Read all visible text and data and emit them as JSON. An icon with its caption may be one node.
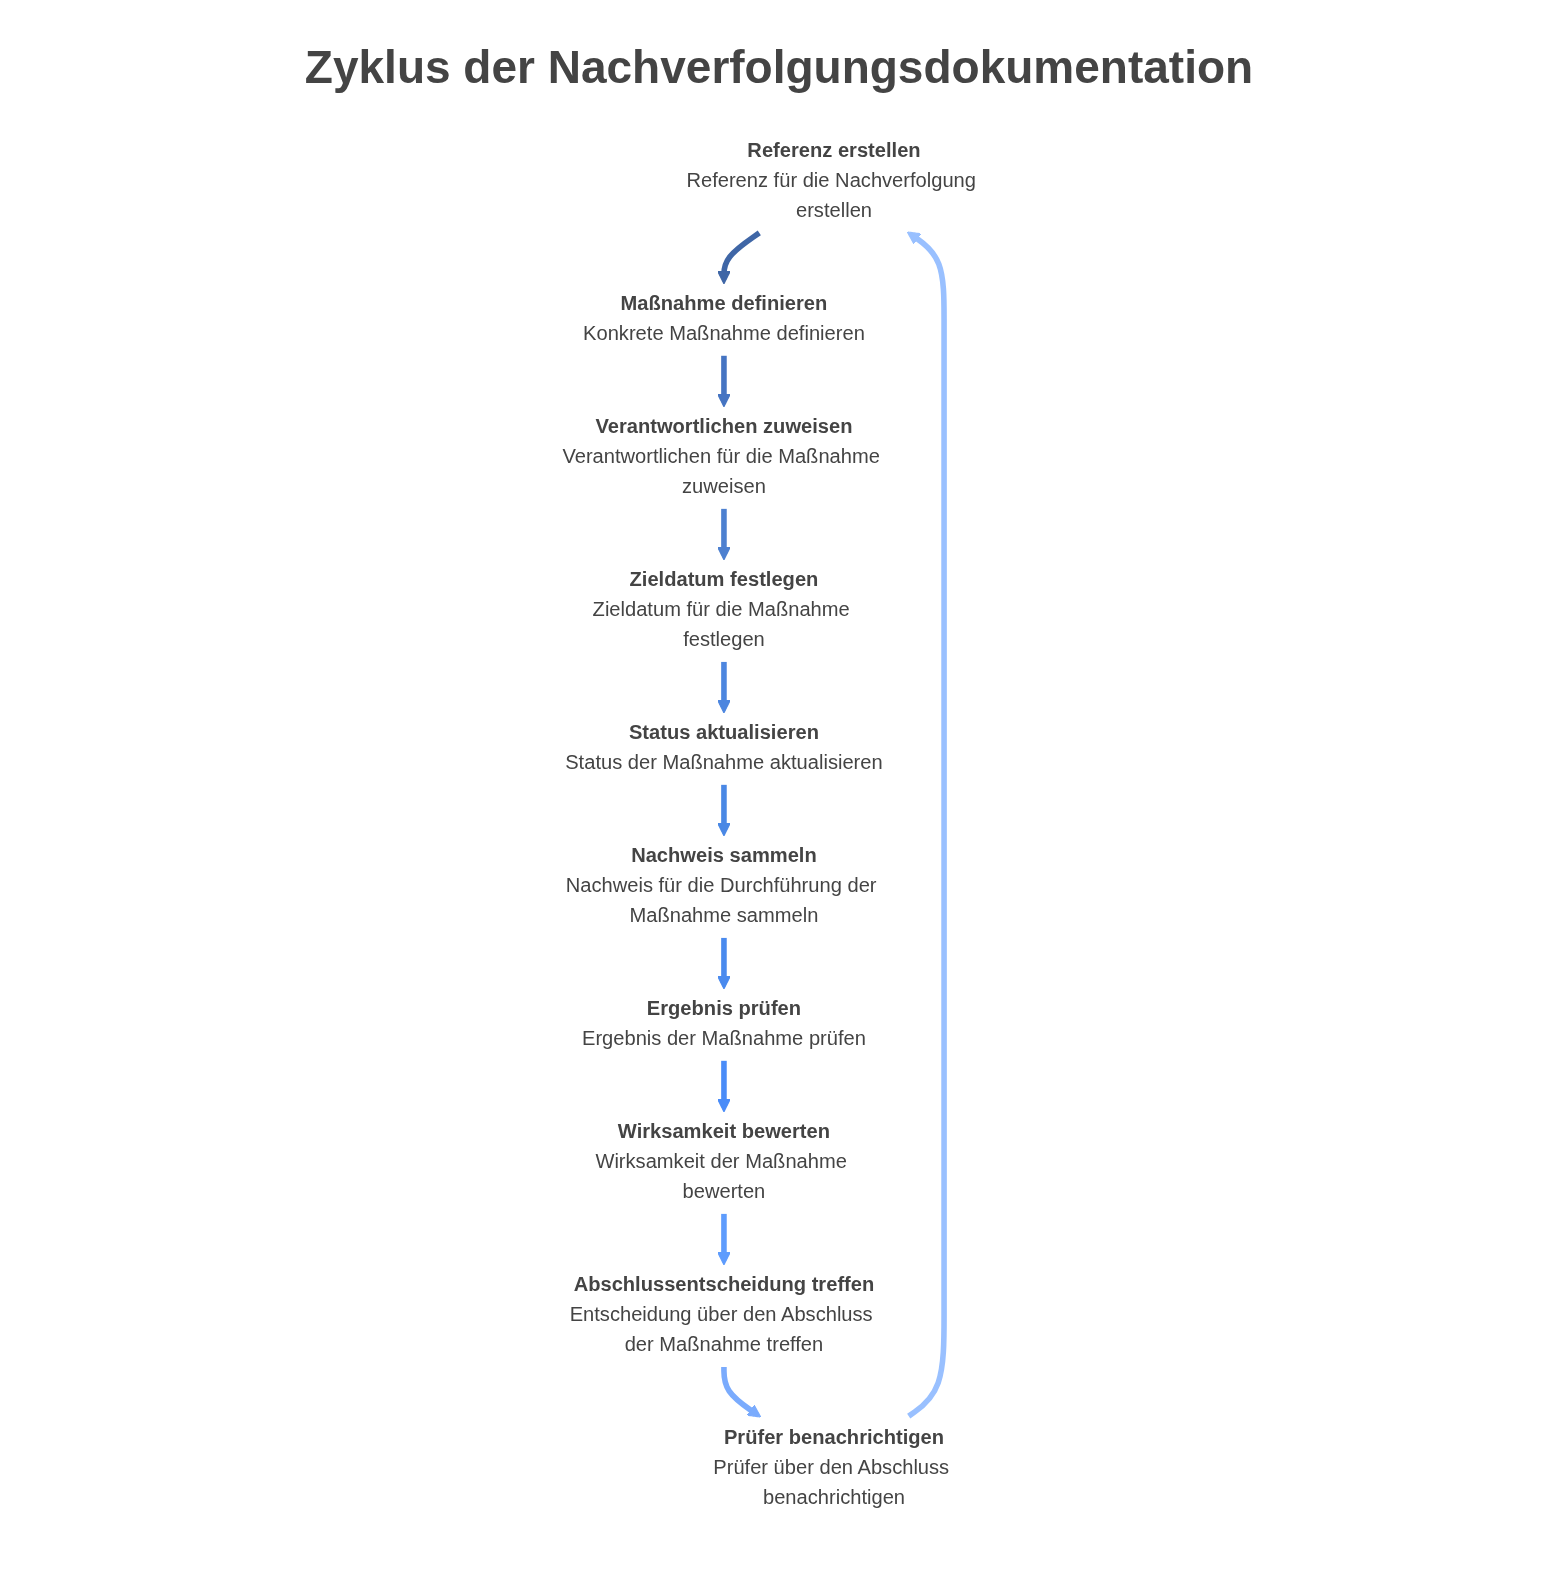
{
  "diagram": {
    "title": "Zyklus der Nachverfolgungsdokumentation",
    "nodes": [
      {
        "text": [
          "Referenz erstellen",
          "Referenz für die Nachverfolgung erstellen"
        ]
      },
      {
        "text": [
          "Maßnahme definieren",
          "Konkrete Maßnahme definieren"
        ]
      },
      {
        "text": [
          "Verantwortlichen zuweisen",
          "Verantwortlichen für die Maßnahme zuweisen"
        ]
      },
      {
        "text": [
          "Zieldatum festlegen",
          "Zieldatum für die Maßnahme festlegen"
        ]
      },
      {
        "text": [
          "Status aktualisieren",
          "Status der Maßnahme aktualisieren"
        ]
      },
      {
        "text": [
          "Nachweis sammeln",
          "Nachweis für die Durchführung der Maßnahme sammeln"
        ]
      },
      {
        "text": [
          "Ergebnis prüfen",
          "Ergebnis der Maßnahme prüfen"
        ]
      },
      {
        "text": [
          "Wirksamkeit bewerten",
          "Wirksamkeit der Maßnahme bewerten"
        ]
      },
      {
        "text": [
          "Abschlussentscheidung treffen",
          "Entscheidung über den Abschluss der Maßnahme treffen"
        ]
      },
      {
        "text": [
          "Prüfer benachrichtigen",
          "Prüfer über den Abschluss benachrichtigen"
        ]
      }
    ],
    "edges": [
      {
        "from": 0,
        "to": 1,
        "arrow": "to",
        "color": "#3f66a6"
      },
      {
        "from": 1,
        "to": 2,
        "arrow": "to",
        "color": "#4574c2"
      },
      {
        "from": 2,
        "to": 3,
        "arrow": "to",
        "color": "#4d80d0"
      },
      {
        "from": 3,
        "to": 4,
        "arrow": "to",
        "color": "#4d86df"
      },
      {
        "from": 4,
        "to": 5,
        "arrow": "to",
        "color": "#4a88e5"
      },
      {
        "from": 5,
        "to": 6,
        "arrow": "to",
        "color": "#4a8aee"
      },
      {
        "from": 6,
        "to": 7,
        "arrow": "to",
        "color": "#4a8cf8"
      },
      {
        "from": 7,
        "to": 8,
        "arrow": "to",
        "color": "#5e9cfd"
      },
      {
        "from": 8,
        "to": 9,
        "arrow": "to",
        "color": "#7aabfd"
      },
      {
        "from": 9,
        "to": 0,
        "arrow": "to",
        "color": "#99c0ff"
      }
    ]
  }
}
